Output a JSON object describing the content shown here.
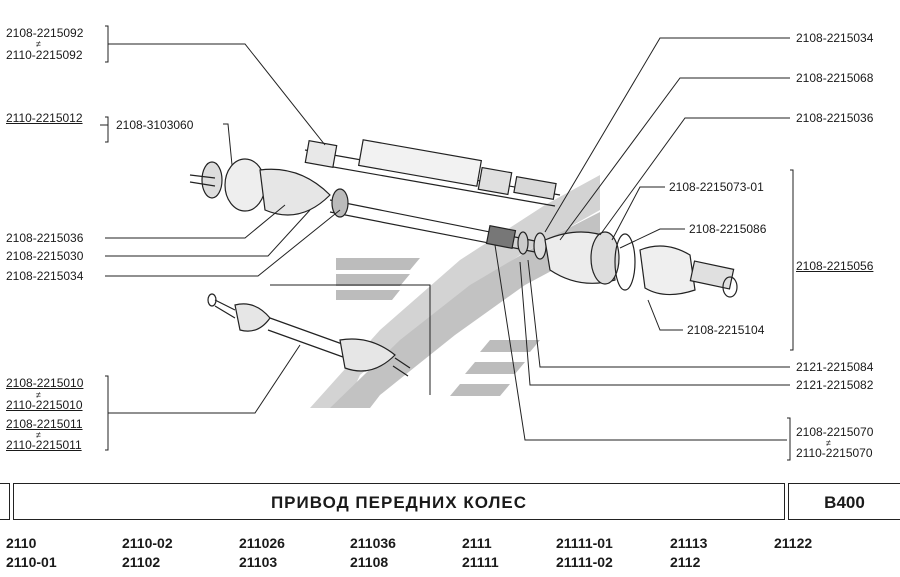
{
  "part_numbers": {
    "p2108_2215092": "2108-2215092",
    "p2110_2215092": "2110-2215092",
    "p2110_2215012": "2110-2215012",
    "p2108_3103060": "2108-3103060",
    "p2108_2215036_left": "2108-2215036",
    "p2108_2215030": "2108-2215030",
    "p2108_2215034_left": "2108-2215034",
    "p2108_2215010": "2108-2215010",
    "p2110_2215010": "2110-2215010",
    "p2108_2215011": "2108-2215011",
    "p2110_2215011": "2110-2215011",
    "p2108_2215034_right": "2108-2215034",
    "p2108_2215068": "2108-2215068",
    "p2108_2215036_right": "2108-2215036",
    "p2108_2215073_01": "2108-2215073-01",
    "p2108_2215086": "2108-2215086",
    "p2108_2215056": "2108-2215056",
    "p2108_2215104": "2108-2215104",
    "p2121_2215084": "2121-2215084",
    "p2121_2215082": "2121-2215082",
    "p2108_2215070": "2108-2215070",
    "p2110_2215070": "2110-2215070",
    "not_equal": "≠"
  },
  "title_bar": {
    "title": "ПРИВОД  ПЕРЕДНИХ  КОЛЕС",
    "code": "B400"
  },
  "models": [
    "2110",
    "2110-02",
    "211026",
    "211036",
    "2111",
    "21111-01",
    "21113",
    "21122",
    "2110-01",
    "21102",
    "21103",
    "21108",
    "21111",
    "21111-02",
    "2112"
  ],
  "colors": {
    "ink": "#1a1a1a",
    "watermark": "#cfcfcf",
    "watermark_dark": "#b8b8b8"
  }
}
